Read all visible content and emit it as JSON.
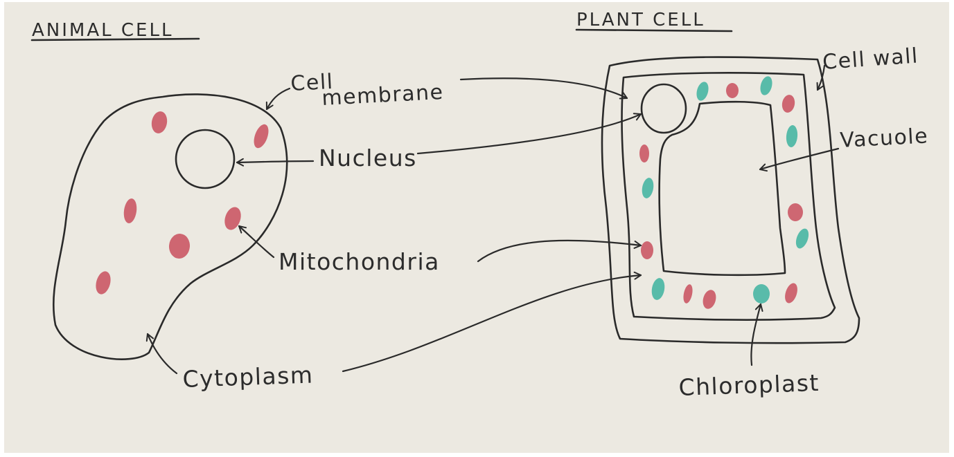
{
  "headings": {
    "animal_cell": "ANIMAL CELL",
    "plant_cell": "PLANT CELL"
  },
  "labels": {
    "cell_membrane_line1": "Cell",
    "cell_membrane_line2": "membrane",
    "nucleus": "Nucleus",
    "mitochondria": "Mitochondria",
    "cytoplasm": "Cytoplasm",
    "cell_wall": "Cell wall",
    "vacuole": "Vacuole",
    "chloroplast": "Chloroplast"
  },
  "colors": {
    "paper": "#ece9e1",
    "ink": "#2a2a2a",
    "mitochondria_red": "#c9505e",
    "chloroplast_green": "#3fb3a0"
  }
}
